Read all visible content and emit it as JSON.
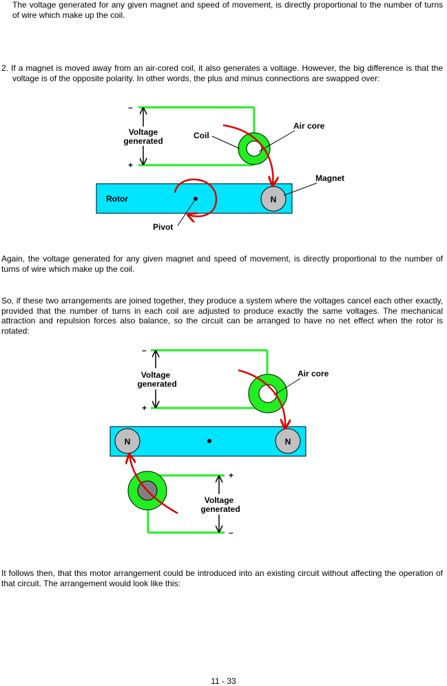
{
  "paragraphs": {
    "p1": "The voltage generated for any given magnet and speed of movement, is directly proportional to the number of turns of wire which make up the coil.",
    "p2": "2. If a magnet is moved away from an air-cored coil, it also generates a voltage. However, the big difference is that the voltage is of the opposite polarity. In other words, the plus and minus connections are swapped over:",
    "p3": "Again, the voltage generated for any given magnet and speed of movement, is directly proportional to the number of turns of wire which make up the coil.",
    "p4": "So, if these two arrangements are joined together, they produce a system where the voltages cancel each other exactly, provided that the number of turns in each coil are adjusted to produce exactly the same voltages. The mechanical attraction and repulsion forces also balance, so the circuit can be arranged to have no net effect when the rotor is rotated:",
    "p5": "It follows then, that this motor arrangement could be introduced into an existing circuit without affecting the operation of that circuit. The arrangement would look like this:"
  },
  "diagram1": {
    "minus": "–",
    "plus": "+",
    "voltage_line1": "Voltage",
    "voltage_line2": "generated",
    "coil": "Coil",
    "air_core": "Air core",
    "magnet": "Magnet",
    "rotor": "Rotor",
    "pivot": "Pivot",
    "magnet_pole": "N"
  },
  "diagram2": {
    "minus_top": "–",
    "plus_top": "+",
    "voltage_line1": "Voltage",
    "voltage_line2": "generated",
    "air_core": "Air core",
    "pole_left": "N",
    "pole_right": "N",
    "plus_bottom": "+",
    "minus_bottom": "–",
    "voltage2_line1": "Voltage",
    "voltage2_line2": "generated"
  },
  "colors": {
    "rotor": "#00e5ff",
    "coil": "#22ee22",
    "wire": "#22ee22",
    "arrow": "#dd0000",
    "magnet": "#c0c0c0",
    "core": "#808080"
  },
  "footer": {
    "page_number": "11 - 33"
  }
}
